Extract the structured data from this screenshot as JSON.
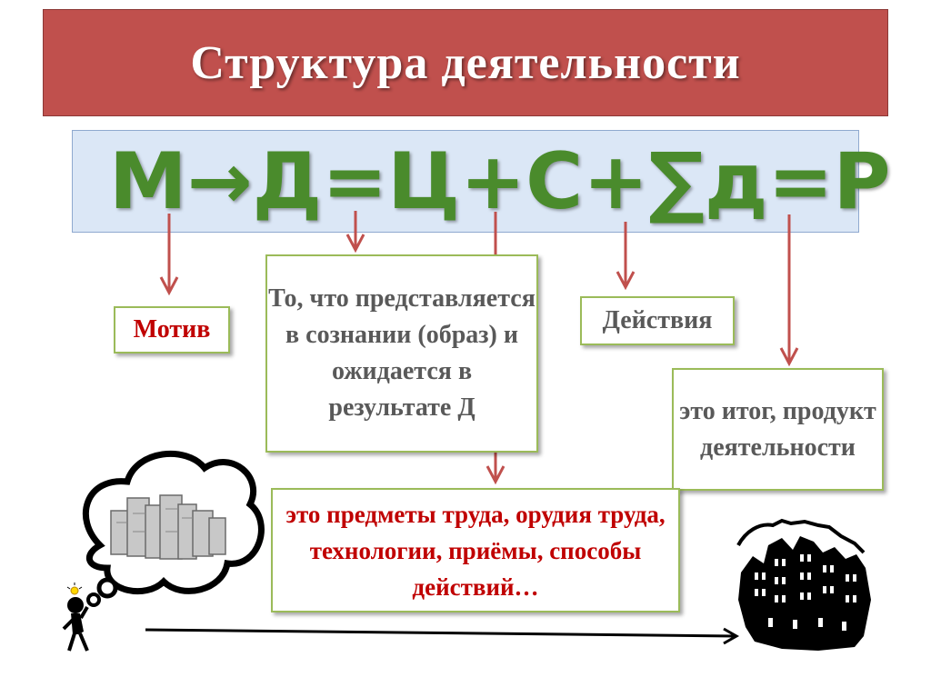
{
  "title": "Структура деятельности",
  "formula": "М→Д=Ц+С+∑д=Р",
  "boxes": {
    "motiv": "Мотив",
    "cel": "То, что представляется в сознании (образ) и ожидается в результате Д",
    "deistviya": "Действия",
    "rezultat": "это итог, продукт деятельности",
    "sredstva": "это предметы труда, орудия труда, технологии, приёмы, способы действий…"
  },
  "colors": {
    "title_bg": "#c0504d",
    "formula_bg": "#dbe7f6",
    "formula_text": "#4a8b2c",
    "box_border": "#9bbb59",
    "arrow": "#c0504d",
    "red_text": "#c00000",
    "gray_text": "#595959"
  },
  "icons": [
    "thought-bubble-icon",
    "thinking-person-icon",
    "lightbulb-icon",
    "city-icon",
    "arrow-right-icon"
  ]
}
